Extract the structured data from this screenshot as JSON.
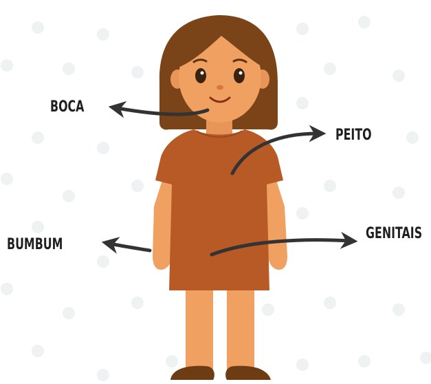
{
  "labels": {
    "mouth": "BOCA",
    "chest": "PEITO",
    "bottom": "BUMBUM",
    "genitals": "GENITAIS"
  },
  "colors": {
    "background": "#ffffff",
    "dots": "#eef2f2",
    "hair": "#7a4418",
    "skin": "#f0a060",
    "dress": "#b85a26",
    "shoes": "#6e3c12",
    "arrow": "#333333"
  }
}
